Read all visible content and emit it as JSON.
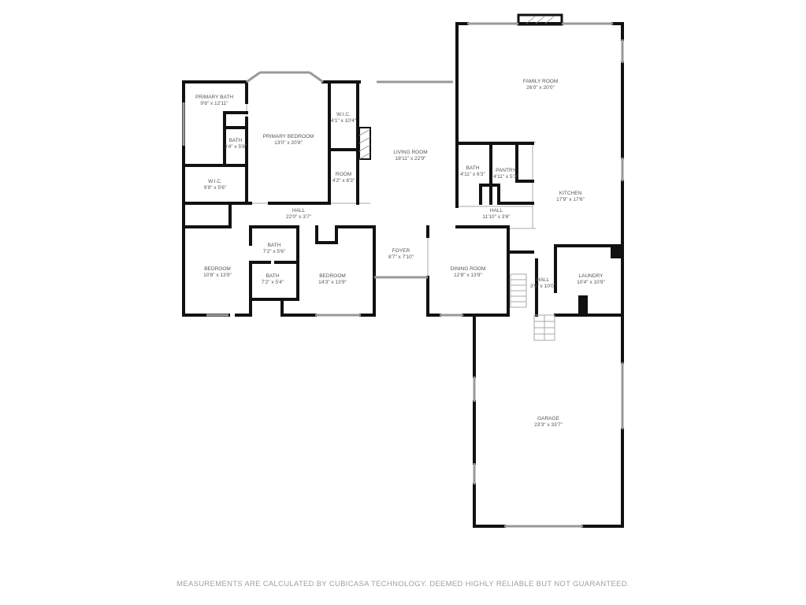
{
  "rooms": [
    {
      "name": "PRIMARY BATH",
      "size": "9'8\" x 12'11\""
    },
    {
      "name": "PRIMARY BEDROOM",
      "size": "13'0\" x 20'8\""
    },
    {
      "name": "BATH",
      "size": "3'4\" x 5'8\""
    },
    {
      "name": "W.I.C.",
      "size": "9'9\" x 5'6\""
    },
    {
      "name": "W.I.C.",
      "size": "4'1\" x 10'4\""
    },
    {
      "name": "ROOM",
      "size": "4'2\" x 8'3\""
    },
    {
      "name": "HALL",
      "size": "22'0\" x 3'7\""
    },
    {
      "name": "LIVING ROOM",
      "size": "18'11\" x 22'9\""
    },
    {
      "name": "FAMILY ROOM",
      "size": "26'0\" x 20'0\""
    },
    {
      "name": "BATH",
      "size": "4'11\" x 6'3\""
    },
    {
      "name": "PANTRY",
      "size": "4'11\" x 5'3\""
    },
    {
      "name": "KITCHEN",
      "size": "17'9\" x 17'6\""
    },
    {
      "name": "HALL",
      "size": "11'10\" x 3'6\""
    },
    {
      "name": "BEDROOM",
      "size": "10'8\" x 13'9\""
    },
    {
      "name": "BATH",
      "size": "7'2\" x 5'6\""
    },
    {
      "name": "BATH",
      "size": "7'2\" x 5'4\""
    },
    {
      "name": "BEDROOM",
      "size": "14'3\" x 13'9\""
    },
    {
      "name": "FOYER",
      "size": "8'7\" x 7'10\""
    },
    {
      "name": "DINING ROOM",
      "size": "12'8\" x 13'9\""
    },
    {
      "name": "HALL",
      "size": "3'9\" x 10'0\""
    },
    {
      "name": "LAUNDRY",
      "size": "10'4\" x 10'9\""
    },
    {
      "name": "GARAGE",
      "size": "23'3\" x 33'7\""
    }
  ],
  "disclaimer": "MEASUREMENTS ARE CALCULATED BY CUBICASA TECHNOLOGY. DEEMED HIGHLY RELIABLE BUT NOT GUARANTEED.",
  "colors": {
    "wall": "#111111",
    "label": "#555555",
    "disclaimer": "#a0a0a0"
  }
}
